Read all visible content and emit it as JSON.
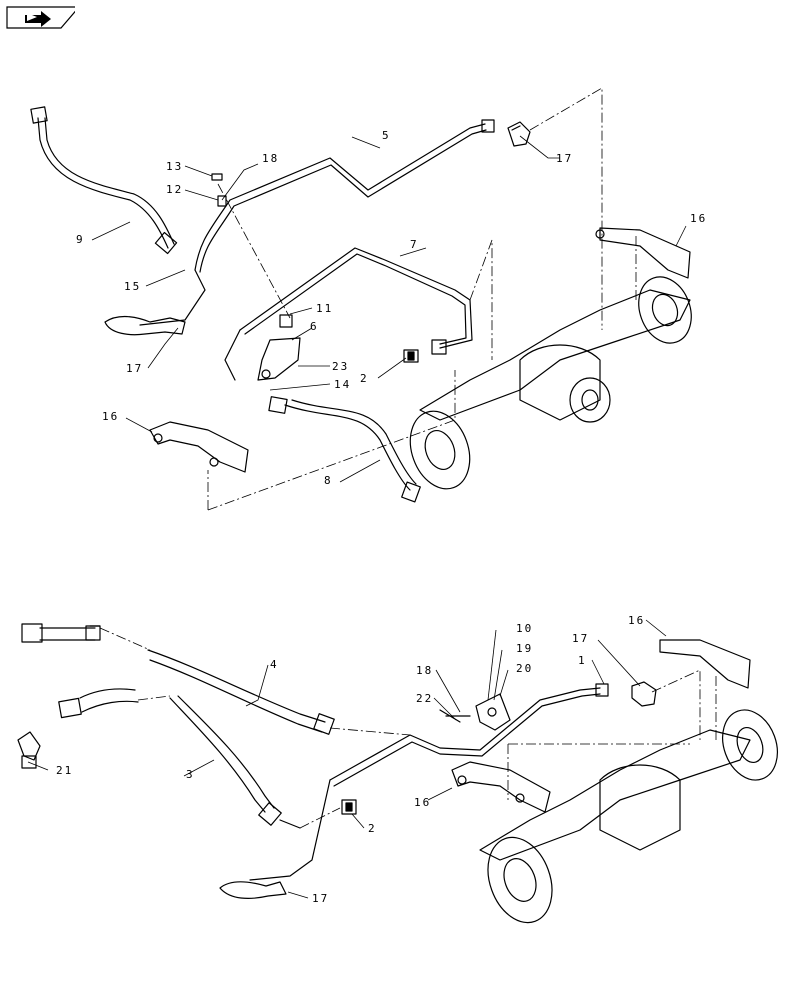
{
  "toolbar": {
    "nav_icon": "forward-arrow-icon"
  },
  "diagram": {
    "top_labels": [
      "5",
      "17",
      "13",
      "18",
      "12",
      "9",
      "15",
      "17",
      "11",
      "6",
      "23",
      "14",
      "7",
      "2",
      "16",
      "16",
      "8"
    ],
    "bottom_labels": [
      "4",
      "10",
      "19",
      "20",
      "18",
      "22",
      "1",
      "17",
      "16",
      "21",
      "3",
      "16",
      "2",
      "17"
    ]
  },
  "colors": {
    "line": "#000000",
    "background": "#ffffff"
  }
}
